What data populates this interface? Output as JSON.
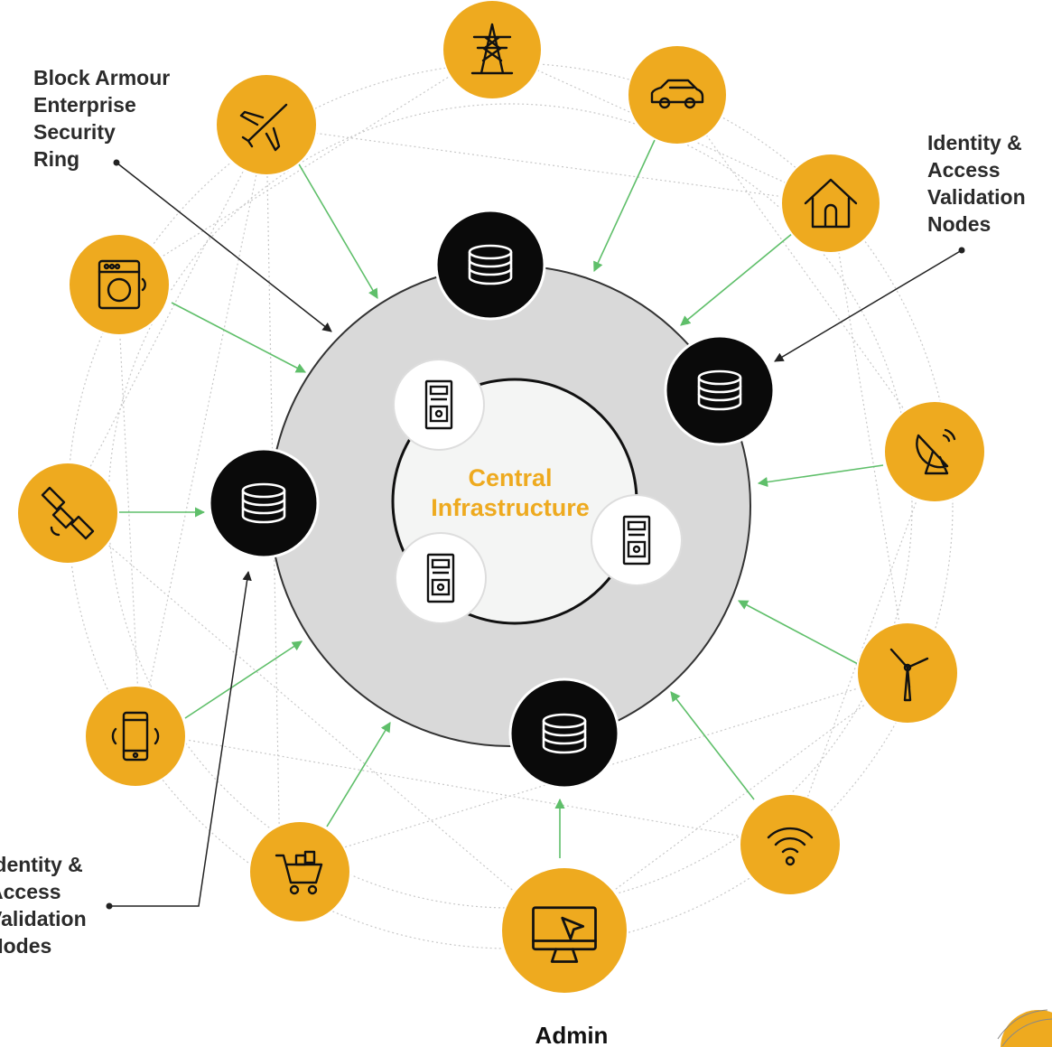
{
  "labels": {
    "security_ring": [
      "Block Armour",
      "Enterprise",
      "Security",
      "Ring"
    ],
    "validation_nodes_right": [
      "Identity &",
      "Access",
      "Validation",
      "Nodes"
    ],
    "validation_nodes_left": [
      "Identity &",
      "Access",
      "Validation",
      "Nodes"
    ],
    "central": [
      "Central",
      "Infrastructure"
    ],
    "admin": "Admin"
  },
  "colors": {
    "device_fill": "#eeaa1f",
    "ring_fill": "#d9d9d9",
    "core_fill": "#f4f5f4",
    "node_fill": "#0a0a0a",
    "arrow": "#5fbf6a",
    "central_text": "#eeaa1f"
  },
  "devices": [
    {
      "name": "power-tower-icon"
    },
    {
      "name": "car-icon"
    },
    {
      "name": "home-icon"
    },
    {
      "name": "satellite-dish-icon"
    },
    {
      "name": "wind-turbine-icon"
    },
    {
      "name": "wifi-icon"
    },
    {
      "name": "admin-monitor-icon"
    },
    {
      "name": "shopping-cart-icon"
    },
    {
      "name": "smartphone-icon"
    },
    {
      "name": "satellite-icon"
    },
    {
      "name": "washing-machine-icon"
    },
    {
      "name": "airplane-icon"
    }
  ]
}
